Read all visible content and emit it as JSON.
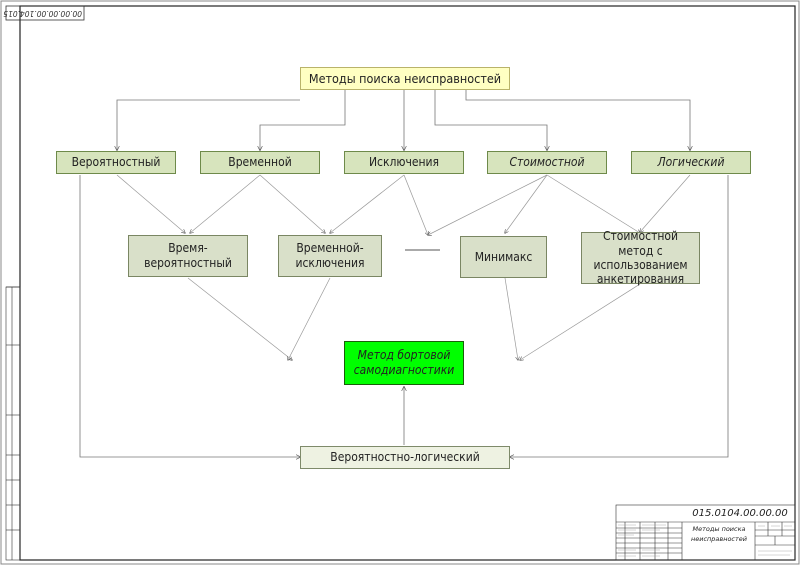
{
  "sheet_code_rotated": "00.00.00.00.104.015",
  "diagram": {
    "root": "Методы поиска неисправностей",
    "level1": [
      "Вероятностный",
      "Временной",
      "Исключения",
      "Стоимостной",
      "Логический"
    ],
    "level2": {
      "time_prob": "Время-вероятностный",
      "time_excl": "Временной-исключения",
      "minimax": "Минимакс",
      "cost_survey": "Стоимостной метод с использованием анкетирования"
    },
    "center": "Метод бортовой самодиагностики",
    "bottom": "Вероятностно-логический"
  },
  "title_block": {
    "designation": "015.0104.00.00.00",
    "title": "Методы поиска неисправностей"
  }
}
